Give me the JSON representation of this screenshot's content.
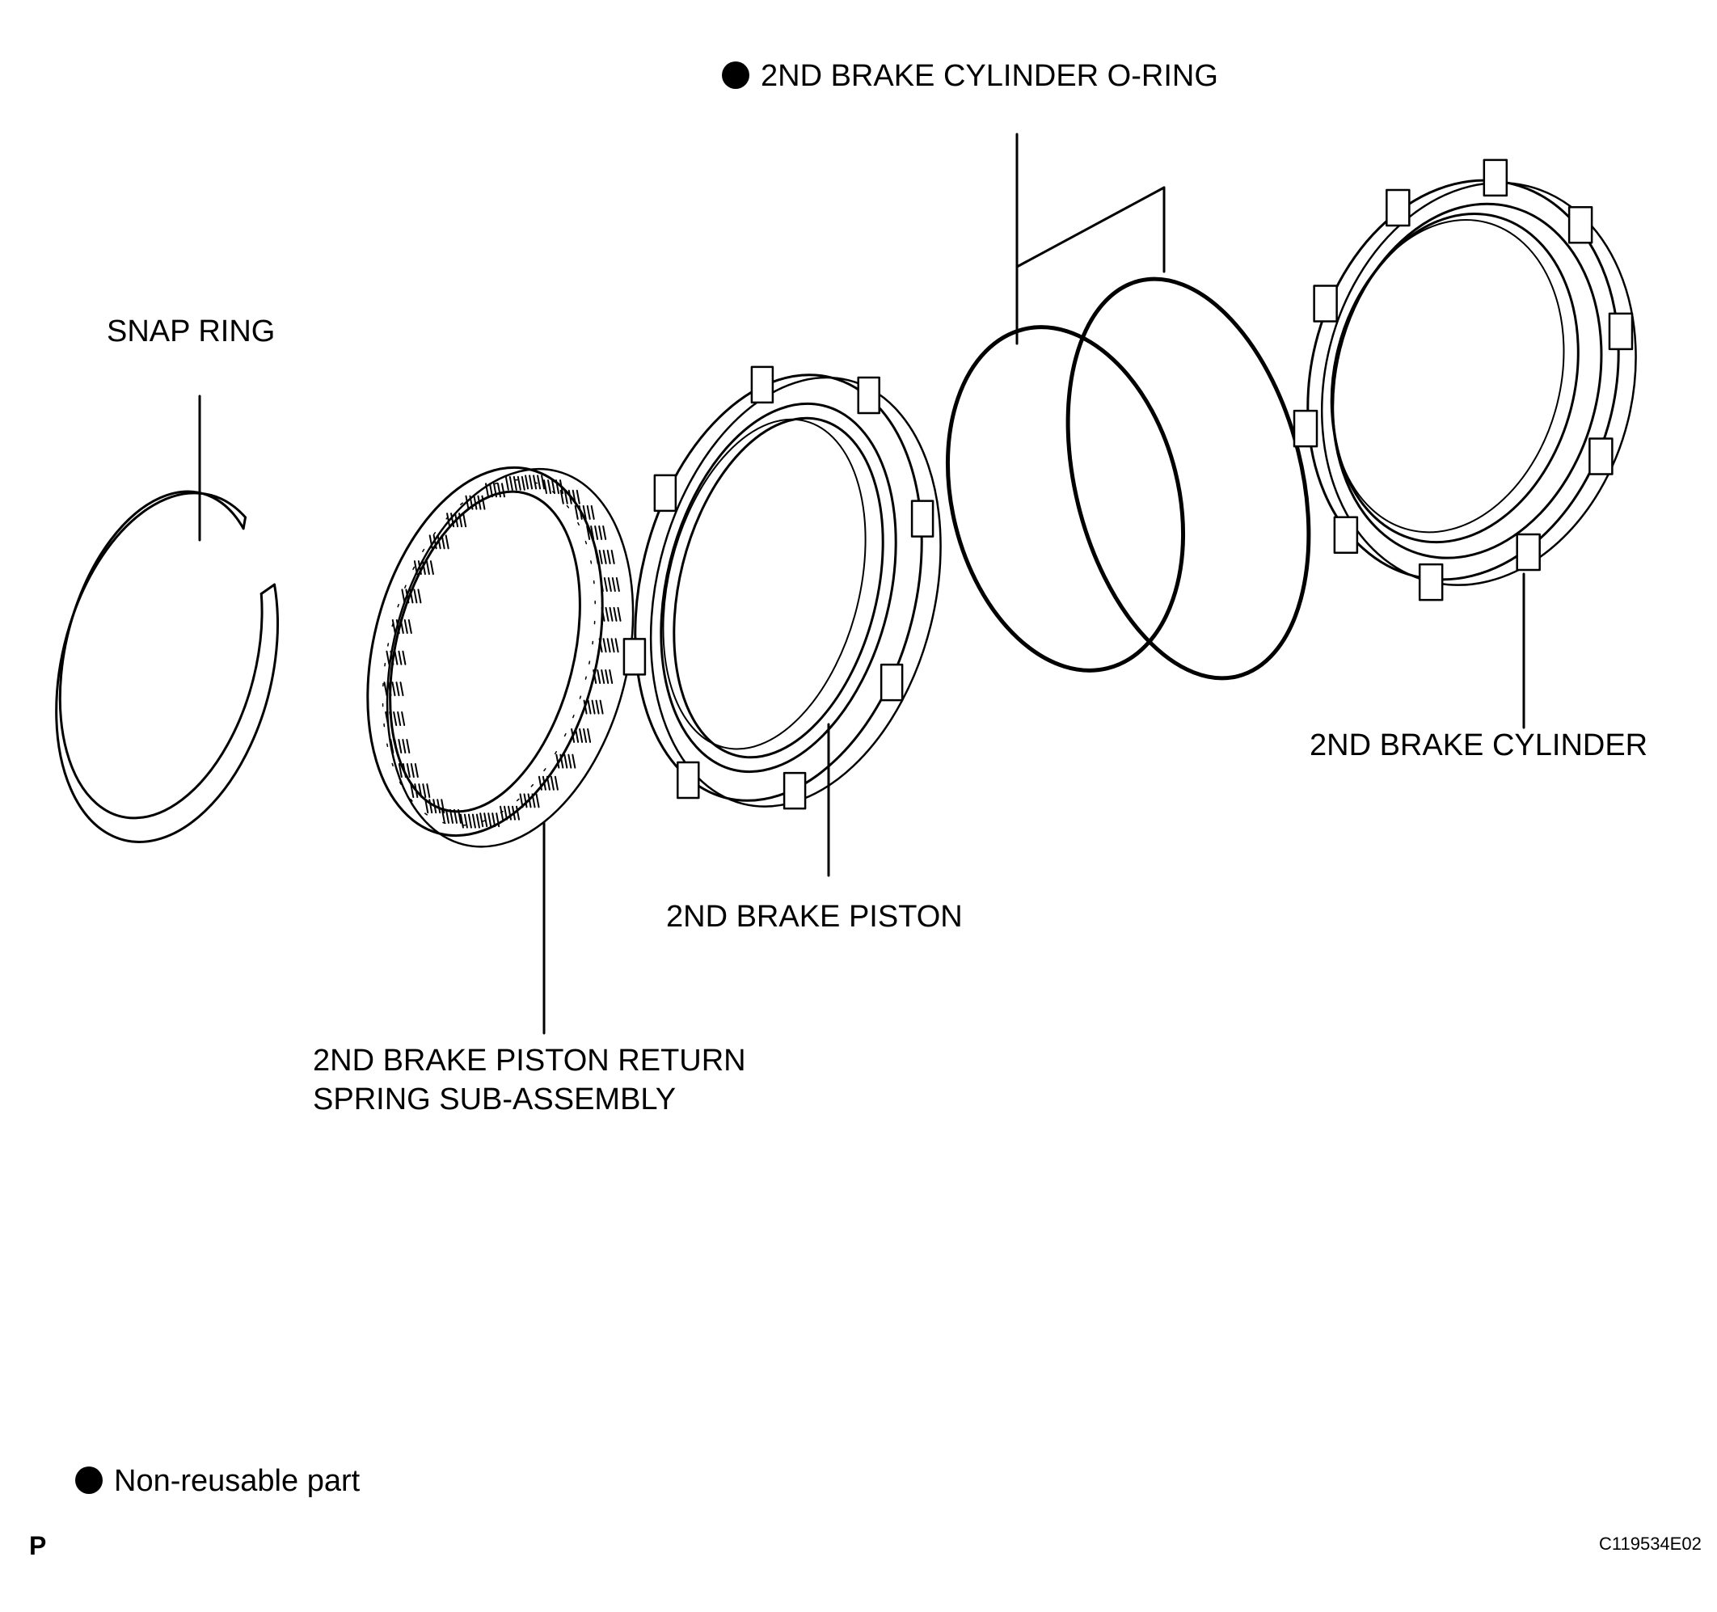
{
  "labels": {
    "o_ring": "2ND BRAKE CYLINDER O-RING",
    "snap_ring": "SNAP RING",
    "cylinder": "2ND BRAKE CYLINDER",
    "piston": "2ND BRAKE PISTON",
    "return_spring_line1": "2ND BRAKE PISTON RETURN",
    "return_spring_line2": "SPRING SUB-ASSEMBLY"
  },
  "legend": {
    "non_reusable": "Non-reusable part"
  },
  "footer": {
    "page_code": "P",
    "figure_id": "C119534E02"
  },
  "icons": {
    "non_reusable_marker": "filled-circle-icon"
  }
}
